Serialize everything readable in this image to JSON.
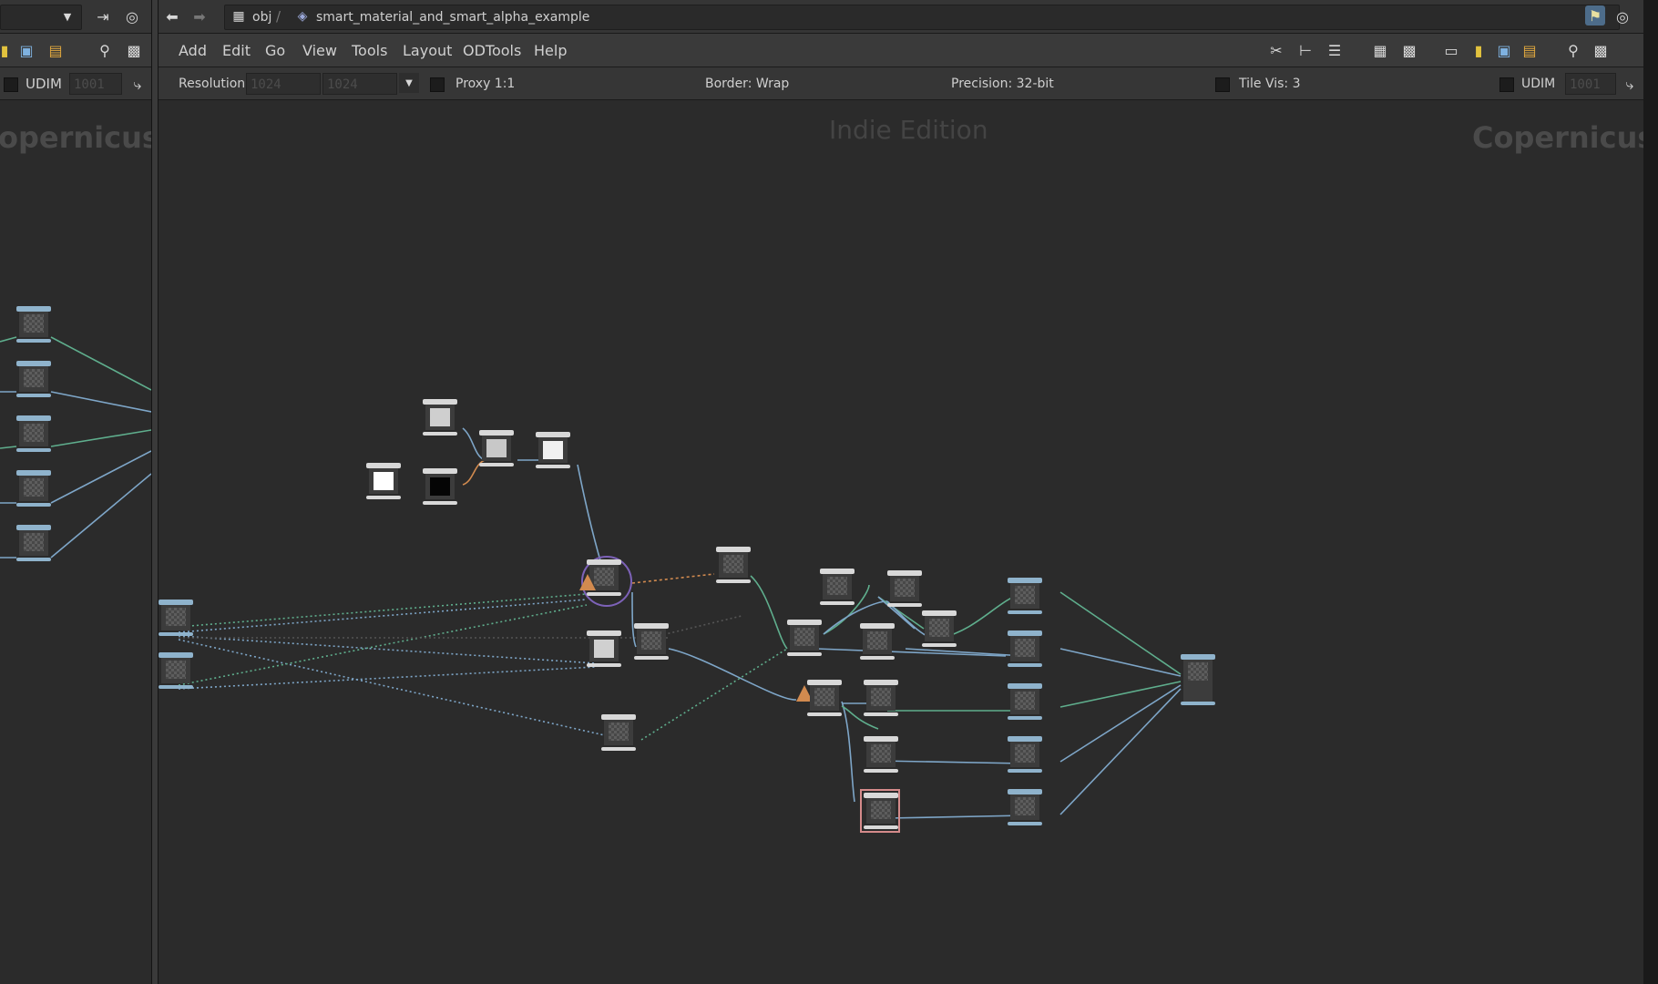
{
  "path": {
    "root": "obj",
    "network": "smart_material_and_smart_alpha_example"
  },
  "menu": [
    "Add",
    "Edit",
    "Go",
    "View",
    "Tools",
    "Layout",
    "ODTools",
    "Help"
  ],
  "options": {
    "resolution_label": "Resolution",
    "res_x": "1024",
    "res_y": "1024",
    "proxy": "Proxy 1:1",
    "border": "Border: Wrap",
    "precision": "Precision: 32-bit",
    "tile_vis": "Tile Vis: 3",
    "udim_label": "UDIM",
    "udim_value": "1001"
  },
  "left_options": {
    "udim_label": "UDIM",
    "udim_value": "1001"
  },
  "watermarks": {
    "context": "Copernicus",
    "left_context": "opernicus",
    "edition": "Indie Edition"
  },
  "colors": {
    "wire_blue": "#7ea6c8",
    "wire_green": "#5fae8d",
    "wire_orange": "#d18a4f",
    "node_header": "#8fb3cc",
    "highlight_pink": "#d48a8a",
    "highlight_purple": "#7d62b8"
  }
}
